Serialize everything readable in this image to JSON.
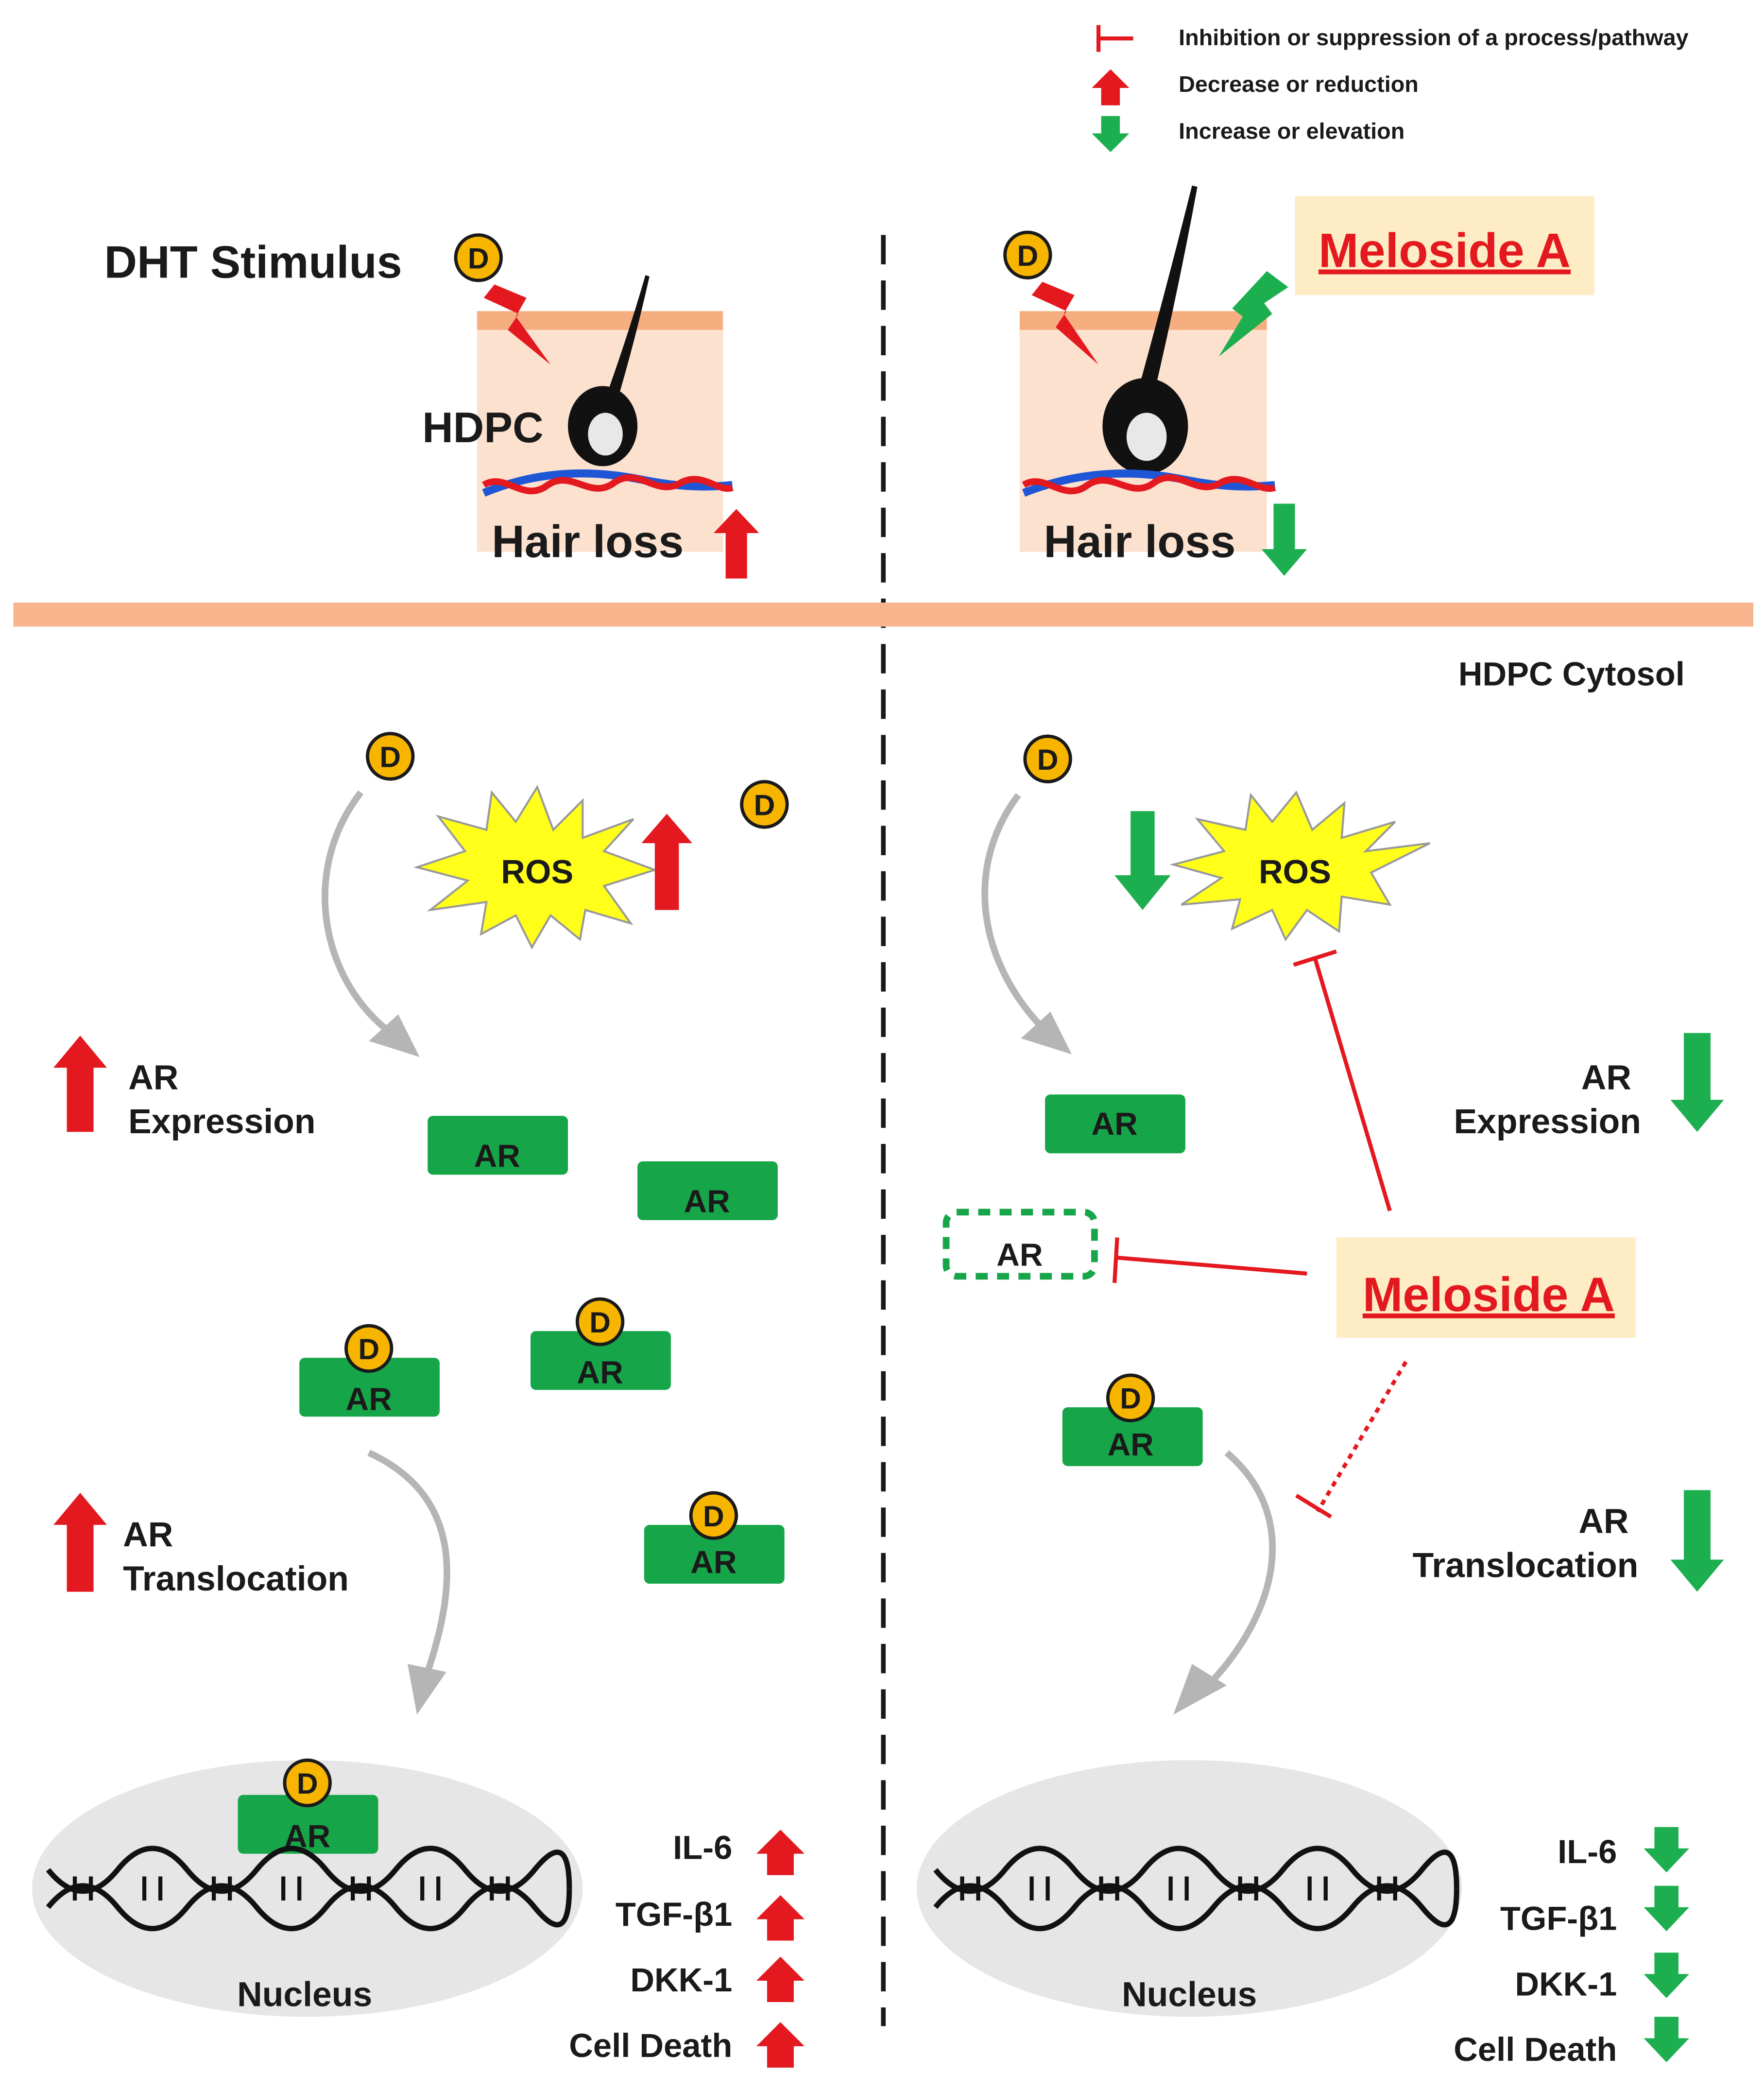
{
  "legend": {
    "inhibition": "Inhibition or suppression of a process/pathway",
    "decrease": "Decrease or reduction",
    "increase": "Increase or elevation"
  },
  "top_left": {
    "stimulus": "DHT Stimulus",
    "cell": "HDPC",
    "hair_loss": "Hair loss"
  },
  "top_right": {
    "compound": "Meloside A",
    "hair_loss": "Hair loss"
  },
  "cytosol_label": "HDPC Cytosol",
  "molecules": {
    "dht": "D",
    "ros": "ROS",
    "ar": "AR"
  },
  "left": {
    "ar_expression": [
      "AR",
      "Expression"
    ],
    "ar_translocation": [
      "AR",
      "Translocation"
    ],
    "nucleus": "Nucleus",
    "markers": [
      "IL-6",
      "TGF-β1",
      "DKK-1",
      "Cell Death"
    ]
  },
  "right": {
    "compound": "Meloside A",
    "ar_expression": [
      "AR",
      "Expression"
    ],
    "ar_translocation": [
      "AR",
      "Translocation"
    ],
    "nucleus": "Nucleus",
    "markers": [
      "IL-6",
      "TGF-β1",
      "DKK-1",
      "Cell Death"
    ]
  },
  "colors": {
    "red": "#e3191f",
    "green": "#1daf4f",
    "ar_green": "#17a54a",
    "dht_yellow": "#f7b500",
    "skin": "#fde1cf",
    "skin_top": "#f6ae80",
    "divider_band": "#f8b48c",
    "compound_box": "#fdecc4",
    "nucleus_gray": "#e6e6e6",
    "arrow_gray": "#b5b5b5",
    "ros_yellow": "#ffff1a"
  }
}
